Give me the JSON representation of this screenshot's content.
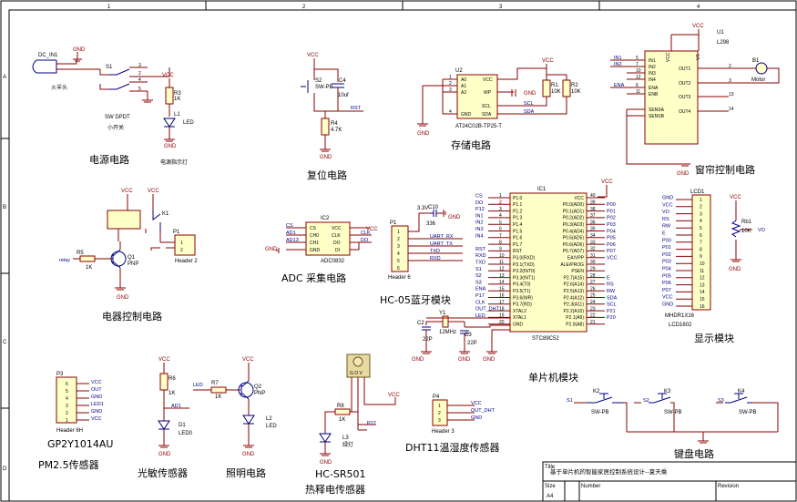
{
  "frame": {
    "cols": [
      "1",
      "2",
      "3",
      "4"
    ],
    "rows": [
      "A",
      "B",
      "C",
      "D"
    ]
  },
  "titleblock": {
    "title_label": "Title",
    "title": "基于单片机的智能家居控制系统设计--夏天乘",
    "size_label": "Size",
    "size": "A4",
    "number_label": "Number",
    "revision_label": "Revision"
  },
  "labels": {
    "vcc": "VCC",
    "gnd": "GND"
  },
  "sections": {
    "power": "电源电路",
    "reset": "复位电路",
    "storage": "存储电路",
    "curtain": "窗帘控制电路",
    "relay": "电器控制电路",
    "adc": "ADC 采集电路",
    "bluetooth": "HC-05蓝牙模块",
    "mcu": "单片机模块",
    "display": "显示模块",
    "pm25": "PM2.5传感器",
    "pm25_part": "GP2Y1014AU",
    "light": "光敏传感器",
    "lighting": "照明电路",
    "pir": "热释电传感器",
    "pir_part": "HC-SR501",
    "dht": "DHT11温湿度传感器",
    "keyboard": "键盘电路"
  },
  "power": {
    "jack": "DC_IN1",
    "jack_label": "火羊头",
    "switch": "S1",
    "switch_type": "SW DPDT",
    "switch_name": "小开关",
    "r3": "R3",
    "r3_val": "1K",
    "led": "L1",
    "led_type": "LED",
    "led_name": "电源指示灯"
  },
  "reset": {
    "sw": "S2",
    "sw_type": "SW-PB",
    "cap": "C4",
    "cap_val": "10uf",
    "res": "R4",
    "res_val": "4.7K",
    "net": "RST"
  },
  "storage": {
    "chip": "U2",
    "part": "AT24C02B-TP25-T",
    "pins_left": [
      "A0",
      "A1",
      "A2",
      "GND"
    ],
    "pins_right": [
      "VCC",
      "WP",
      "SCL",
      "SDA"
    ],
    "r1": "R1",
    "r1_val": "10K",
    "r2": "R2",
    "r2_val": "10K",
    "net_scl": "SCL",
    "net_sda": "SDA"
  },
  "curtain": {
    "chip": "U1",
    "part": "L298",
    "pins_left": [
      "IN1",
      "IN2",
      "IN3",
      "IN4",
      "ENA",
      "ENB",
      "SENSA",
      "SENSB"
    ],
    "pins_right": [
      "OUT1",
      "OUT2",
      "OUT3",
      "OUT4"
    ],
    "pin_vcc": "VCC",
    "pin_vs": "VS",
    "nets_left": [
      "IN1",
      "IN2",
      "ENA"
    ],
    "motor": "B1",
    "motor_type": "Motor"
  },
  "relay": {
    "relay": "K1",
    "q": "Q1",
    "q_type": "PNP",
    "r5": "R5",
    "r5_val": "1K",
    "net": "relay",
    "header": "P1",
    "header_type": "Header 2"
  },
  "adc": {
    "chip": "IC2",
    "part": "ADC0832",
    "pins_left": [
      "CS",
      "CH0",
      "CH1",
      "GND"
    ],
    "pins_right": [
      "VCC",
      "CLK",
      "DO",
      "DI"
    ],
    "nets_left": [
      "CS",
      "AD1",
      "AD13"
    ],
    "net_clk": "CLK",
    "net_do": "DO"
  },
  "bluetooth": {
    "header": "P1",
    "header_type": "Header 6",
    "cap": "C10",
    "cap_val": "336",
    "supply": "3.3V",
    "nets": [
      "UART_RX",
      "UART_TX",
      "TXD",
      "RXD"
    ]
  },
  "mcu": {
    "chip": "IC1",
    "part": "STC89C52",
    "pins_left": [
      "P1.0",
      "P1.1",
      "P1.2",
      "P1.3",
      "P1.4",
      "P1.5",
      "P1.6",
      "P1.7",
      "RST",
      "P3.0(RXD)",
      "P3.1(TXD)",
      "P3.2(INT0)",
      "P3.3(INT1)",
      "P3.4(T0)",
      "P3.5(T1)",
      "P3.6(WR)",
      "P3.7(RD)",
      "XTAL2",
      "XTAL1",
      "GND"
    ],
    "pins_right": [
      "VCC",
      "P0.0(AD0)",
      "P0.1(AD1)",
      "P0.2(AD2)",
      "P0.3(AD3)",
      "P0.4(AD4)",
      "P0.5(AD5)",
      "P0.6(AD6)",
      "P0.7(AD7)",
      "EA/VPP",
      "ALE/PROG",
      "PSEN",
      "P2.7(A15)",
      "P2.6(A14)",
      "P2.5(A13)",
      "P2.4(A12)",
      "P2.3(A11)",
      "P2.2(A10)",
      "P2.1(A9)",
      "P2.0(A8)"
    ],
    "nets_left": [
      "CS",
      "DO",
      "P12",
      "IN1",
      "IN2",
      "IN3",
      "IN4",
      "",
      "RST",
      "RXD",
      "TXD",
      "S1",
      "S2",
      "S3",
      "ENA",
      "P17",
      "CLK",
      "OUT_DHT",
      "LED"
    ],
    "nets_right": [
      "",
      "P00",
      "P01",
      "P02",
      "P03",
      "P04",
      "P05",
      "P06",
      "P07",
      "VCC",
      "",
      "",
      "E",
      "RS",
      "RW",
      "SDA",
      "SCL",
      "P21",
      "P20",
      ""
    ],
    "xtal": "Y1",
    "xtal_val": "12MHz",
    "c2": "C2",
    "c2_val": "22P",
    "c3": "C3",
    "c3_val": "22P"
  },
  "display": {
    "lcd": "LCD1",
    "lcd_type": "LCD1602",
    "header_type": "MHDR1X16",
    "pins": [
      "GND",
      "VCC",
      "VO",
      "RS",
      "RW",
      "E",
      "P00",
      "P01",
      "P02",
      "P03",
      "P04",
      "P05",
      "P06",
      "P07",
      "VCC",
      "GND"
    ],
    "pot": "Rb1",
    "pot_val": "10K",
    "pot_net": "VO"
  },
  "pm25": {
    "header": "P3",
    "header_type": "Header 6H",
    "nets": [
      "VCC",
      "OUT",
      "GND",
      "LED1",
      "GND",
      "VCC"
    ]
  },
  "light": {
    "res": "R6",
    "res_val": "1K",
    "net": "AD1",
    "led": "D1",
    "led_type": "LED0"
  },
  "lighting": {
    "net": "LED",
    "res": "R7",
    "res_val": "1K",
    "q": "Q2",
    "q_type": "PNP",
    "led": "L2",
    "led_type": "LED"
  },
  "pir": {
    "module": "G O V",
    "res": "R8",
    "res_val": "1K",
    "net": "P27",
    "led": "L3",
    "led_type": "绿灯"
  },
  "dht": {
    "header": "P4",
    "header_type": "Header 3",
    "nets": [
      "VCC",
      "OUT_DHT",
      "GND"
    ]
  },
  "keyboard": {
    "keys": [
      {
        "net": "S1",
        "ref": "K2",
        "type": "SW-PB"
      },
      {
        "net": "S2",
        "ref": "K3",
        "type": "SW-PB"
      },
      {
        "net": "S3",
        "ref": "K4",
        "type": "SW-PB"
      }
    ]
  }
}
